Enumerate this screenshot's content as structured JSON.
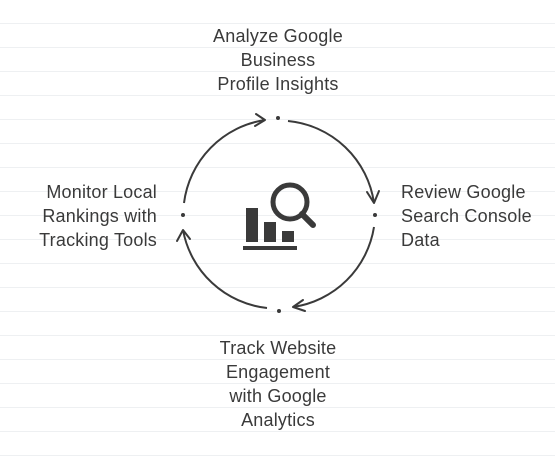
{
  "steps": {
    "top": {
      "lines": [
        "Analyze Google",
        "Business",
        "Profile Insights"
      ]
    },
    "right": {
      "lines": [
        "Review Google",
        "Search Console",
        "Data"
      ]
    },
    "bottom": {
      "lines": [
        "Track Website",
        "Engagement",
        "with Google",
        "Analytics"
      ]
    },
    "left": {
      "lines": [
        "Monitor Local",
        "Rankings with",
        "Tracking Tools"
      ]
    }
  },
  "center_icon": "analytics-magnifier-icon",
  "colors": {
    "stroke": "#3a3a3a",
    "text": "#3a3a3a",
    "background": "#ffffff"
  }
}
